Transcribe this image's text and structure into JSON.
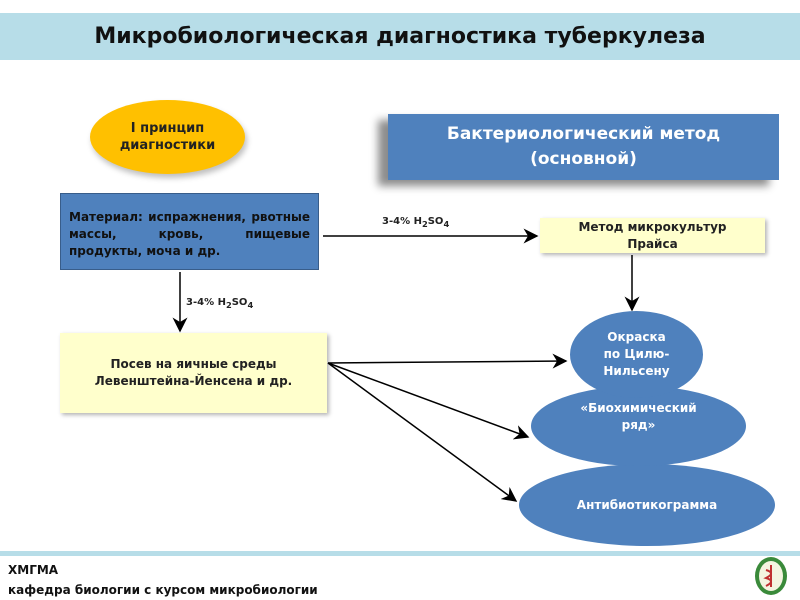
{
  "title": "Микробиологическая диагностика туберкулеза",
  "principle": {
    "line1": "I  принцип",
    "line2": "диагностики"
  },
  "method": {
    "line1": "Бактериологический метод",
    "line2": "(основной)"
  },
  "material": "Материал: испражнения, рвотные массы, кровь, пищевые продукты, моча и др.",
  "price": {
    "line1": "Метод микрокультур",
    "line2": "Прайса"
  },
  "posev": {
    "line1": "Посев на яичные среды",
    "line2": "Левенштейна-Йенсена и др."
  },
  "reagent": {
    "prefix": "3-4% H",
    "sub1": "2",
    "mid": "SO",
    "sub2": "4"
  },
  "stain": {
    "line1": "Окраска",
    "line2": "по Цилю-",
    "line3": "Нильсену"
  },
  "bio": {
    "line1": "«Биохимический",
    "line2": "ряд»"
  },
  "antibiotic": "Антибиотикограмма",
  "footer": {
    "org": "ХМГМА",
    "dept": "кафедра биологии с курсом микробиологии"
  }
}
